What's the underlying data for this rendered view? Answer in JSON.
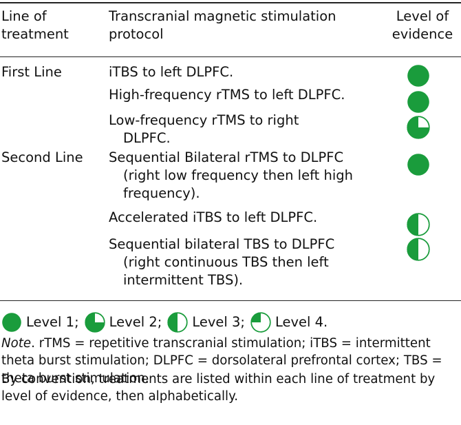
{
  "colors": {
    "evidence_fill": "#1a9c3c",
    "icon_outline": "#1a9c3c",
    "rule": "#222222",
    "text": "#111111"
  },
  "table": {
    "headers": {
      "line_of_treatment": [
        "Line of",
        "treatment"
      ],
      "protocol": [
        "Transcranial magnetic stimulation",
        "protocol"
      ],
      "level_of_evidence": [
        "Level of",
        "evidence"
      ]
    },
    "groups": [
      {
        "label": "First Line"
      },
      {
        "label": "Second Line"
      }
    ],
    "rows": [
      {
        "group": "First Line",
        "protocol_lines": [
          "iTBS to left DLPFC."
        ],
        "level": 1
      },
      {
        "group": "First Line",
        "protocol_lines": [
          "High-frequency rTMS to left DLPFC."
        ],
        "level": 1
      },
      {
        "group": "First Line",
        "protocol_lines": [
          "Low-frequency rTMS to right",
          "DLPFC."
        ],
        "level": 2
      },
      {
        "group": "Second Line",
        "protocol_lines": [
          "Sequential Bilateral rTMS to DLPFC",
          "(right low frequency then left high",
          "frequency)."
        ],
        "level": 1
      },
      {
        "group": "Second Line",
        "protocol_lines": [
          "Accelerated iTBS to left DLPFC."
        ],
        "level": 3
      },
      {
        "group": "Second Line",
        "protocol_lines": [
          "Sequential bilateral TBS to DLPFC",
          "(right continuous TBS then left",
          "intermittent TBS)."
        ],
        "level": 3
      }
    ]
  },
  "legend": {
    "items": [
      {
        "level": 1,
        "icon": "full-circle-icon",
        "label": "Level 1;"
      },
      {
        "level": 2,
        "icon": "three-quarter-circle-icon",
        "label": "Level 2;"
      },
      {
        "level": 3,
        "icon": "half-circle-icon",
        "label": "Level 3;"
      },
      {
        "level": 4,
        "icon": "quarter-circle-icon",
        "label": "Level 4."
      }
    ]
  },
  "notes": {
    "note_label": "Note",
    "abbreviations_text": ". rTMS = repetitive transcranial stimulation; iTBS = intermittent theta burst stimulation; DLPFC = dorsolateral prefrontal cortex; TBS = theta burst stimulation.",
    "convention_text": "By convention, treatments are listed within each line of treatment by level of evidence, then alphabetically."
  }
}
